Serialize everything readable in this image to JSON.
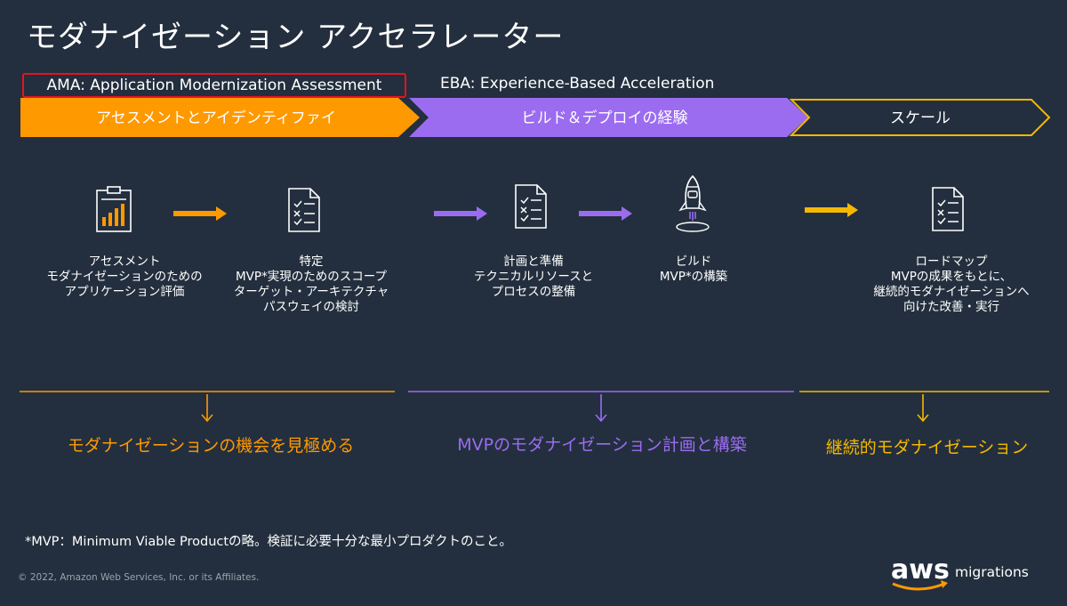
{
  "title": "モダナイゼーション アクセラレーター",
  "labels": {
    "ama": "AMA: Application Modernization Assessment",
    "eba": "EBA: Experience-Based Acceleration"
  },
  "phases": [
    {
      "label": "アセスメントとアイデンティファイ",
      "color": "#ff9900"
    },
    {
      "label": "ビルド＆デプロイの経験",
      "color": "#9b6cf0"
    },
    {
      "label": "スケール",
      "color": "#f5b800"
    }
  ],
  "steps": [
    {
      "icon": "assessment-report-icon",
      "lines": [
        "アセスメント",
        "モダナイゼーションのための",
        "アプリケーション評価"
      ]
    },
    {
      "icon": "checklist-icon",
      "lines": [
        "特定",
        "MVP*実現のためのスコープ",
        "ターゲット・アーキテクチャ",
        "パスウェイの検討"
      ]
    },
    {
      "icon": "checklist-icon",
      "lines": [
        "計画と準備",
        "テクニカルリソースと",
        "プロセスの整備"
      ]
    },
    {
      "icon": "rocket-icon",
      "lines": [
        "ビルド",
        "MVP*の構築"
      ]
    },
    {
      "icon": "checklist-icon",
      "lines": [
        "ロードマップ",
        "MVPの成果をもとに、",
        "継続的モダナイゼーションへ",
        "向けた改善・実行"
      ]
    }
  ],
  "outcomes": [
    {
      "label": "モダナイゼーションの機会を見極める",
      "color": "#ff9900"
    },
    {
      "label": "MVPのモダナイゼーション計画と構築",
      "color": "#9b6cf0"
    },
    {
      "label": "継続的モダナイゼーション",
      "color": "#f5b800"
    }
  ],
  "footnote": "*MVP：Minimum Viable Productの略。検証に必要十分な最小プロダクトのこと。",
  "copyright": "© 2022, Amazon Web Services, Inc. or its Affiliates.",
  "logo": {
    "word": "aws",
    "suffix": "migrations"
  },
  "colors": {
    "background": "#232f3e",
    "highlight_border": "#e5141e"
  }
}
